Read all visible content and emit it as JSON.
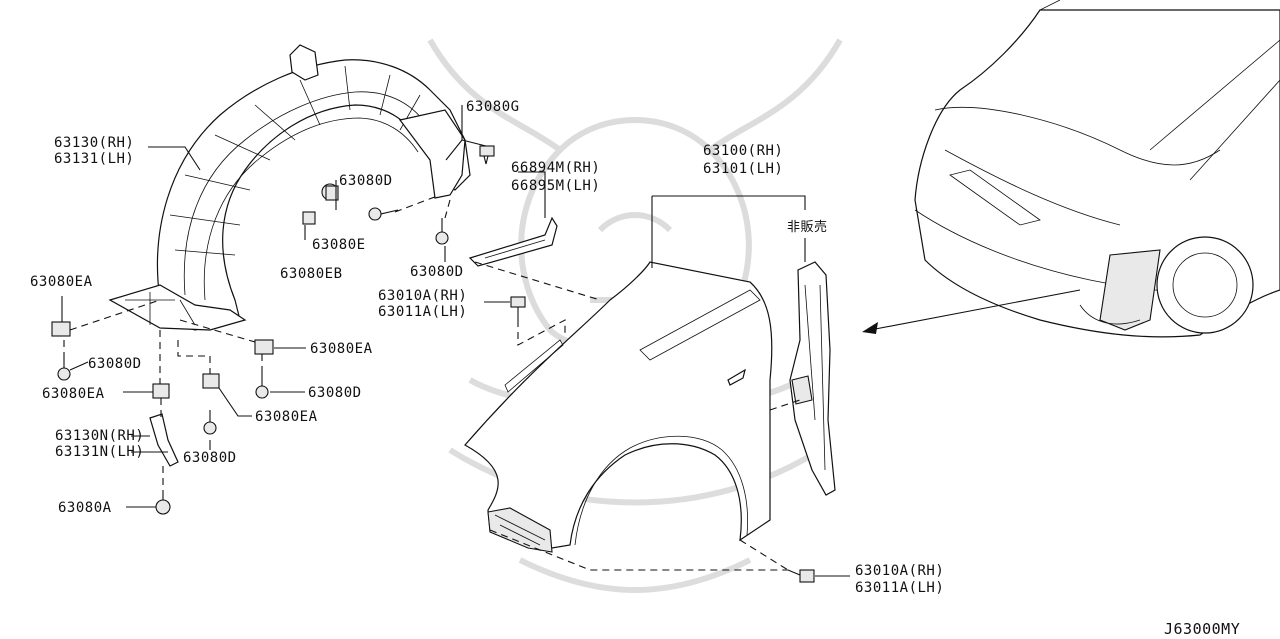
{
  "diagram": {
    "code": "J63000MY",
    "labels": {
      "l_63130": "63130(RH)",
      "l_63131": "63131(LH)",
      "l_63080G": "63080G",
      "l_63080D_a": "63080D",
      "l_63080E": "63080E",
      "l_63080EB": "63080EB",
      "l_63080D_b": "63080D",
      "l_66894M": "66894M(RH)",
      "l_66895M": "66895M(LH)",
      "l_63100": "63100(RH)",
      "l_63101": "63101(LH)",
      "l_hanbai": "非販売",
      "l_63010A_a": "63010A(RH)",
      "l_63011A_a": "63011A(LH)",
      "l_63080EA_a": "63080EA",
      "l_63080D_c": "63080D",
      "l_63080EA_b": "63080EA",
      "l_63080EA_c": "63080EA",
      "l_63080D_d": "63080D",
      "l_63080EA_d": "63080EA",
      "l_63130N": "63130N(RH)",
      "l_63131N": "63131N(LH)",
      "l_63080D_e": "63080D",
      "l_63080A": "63080A",
      "l_63010A_b": "63010A(RH)",
      "l_63011A_b": "63011A(LH)"
    }
  }
}
